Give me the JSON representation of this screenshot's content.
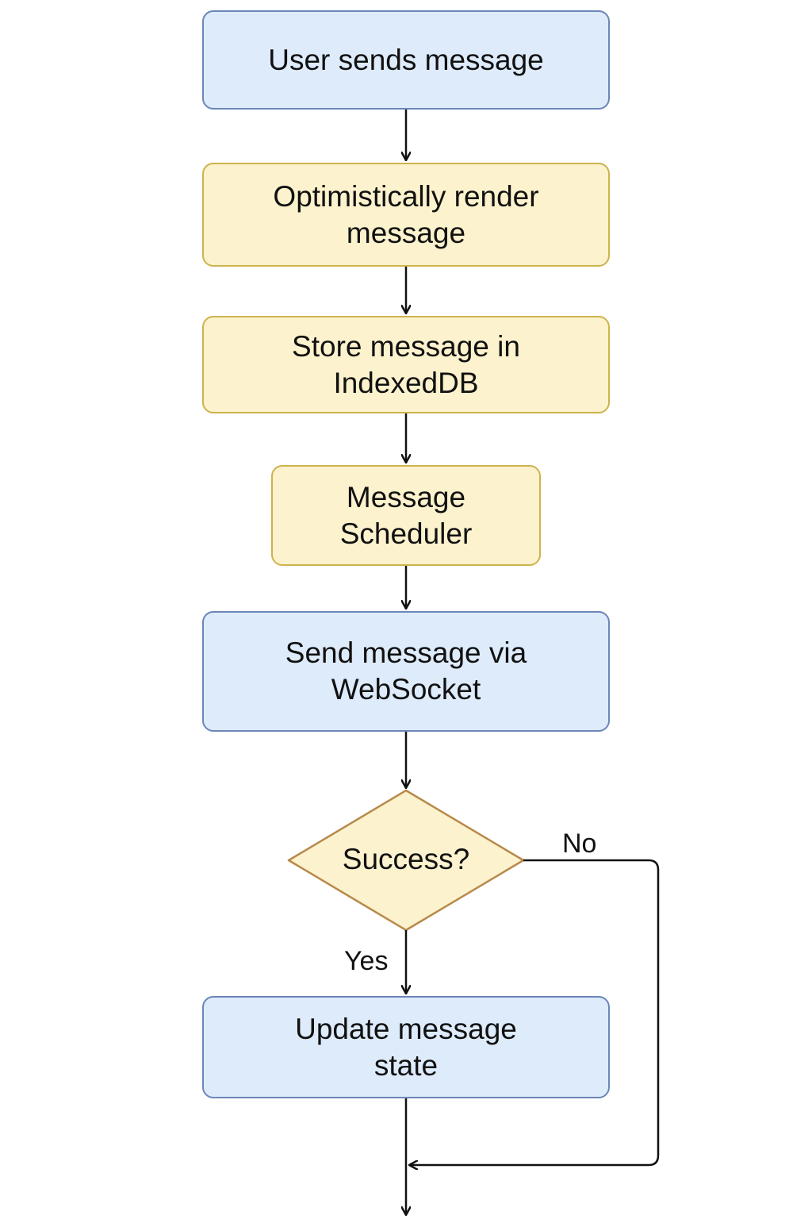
{
  "flowchart": {
    "nodes": [
      {
        "id": "n1",
        "label": "User sends message",
        "shape": "rounded-rect",
        "color": "#deebfb"
      },
      {
        "id": "n2",
        "label": "Optimistically render message",
        "shape": "rounded-rect",
        "color": "#fcf2cd"
      },
      {
        "id": "n3",
        "label": "Store message in IndexedDB",
        "shape": "rounded-rect",
        "color": "#fcf2cd"
      },
      {
        "id": "n4",
        "label": "Message Scheduler",
        "shape": "rounded-rect",
        "color": "#fcf2cd"
      },
      {
        "id": "n5",
        "label": "Send message via WebSocket",
        "shape": "rounded-rect",
        "color": "#deebfb"
      },
      {
        "id": "n6",
        "label": "Success?",
        "shape": "diamond",
        "color": "#fcf2cd"
      },
      {
        "id": "n7",
        "label": "Update message state",
        "shape": "rounded-rect",
        "color": "#deebfb"
      }
    ],
    "edges": [
      {
        "from": "n1",
        "to": "n2",
        "label": ""
      },
      {
        "from": "n2",
        "to": "n3",
        "label": ""
      },
      {
        "from": "n3",
        "to": "n4",
        "label": ""
      },
      {
        "from": "n4",
        "to": "n5",
        "label": ""
      },
      {
        "from": "n5",
        "to": "n6",
        "label": ""
      },
      {
        "from": "n6",
        "to": "n7",
        "label": "Yes"
      },
      {
        "from": "n6",
        "to": "merge",
        "label": "No"
      },
      {
        "from": "n7",
        "to": "merge",
        "label": ""
      },
      {
        "from": "merge",
        "to": "exit",
        "label": ""
      }
    ],
    "edge_labels": {
      "no": "No",
      "yes": "Yes"
    },
    "colors": {
      "blue_fill": "#deebfb",
      "blue_border": "#6b86b8",
      "yellow_fill": "#fcf2cd",
      "yellow_border": "#cdb34d",
      "diamond_border": "#b8894a",
      "line": "#111111"
    }
  }
}
